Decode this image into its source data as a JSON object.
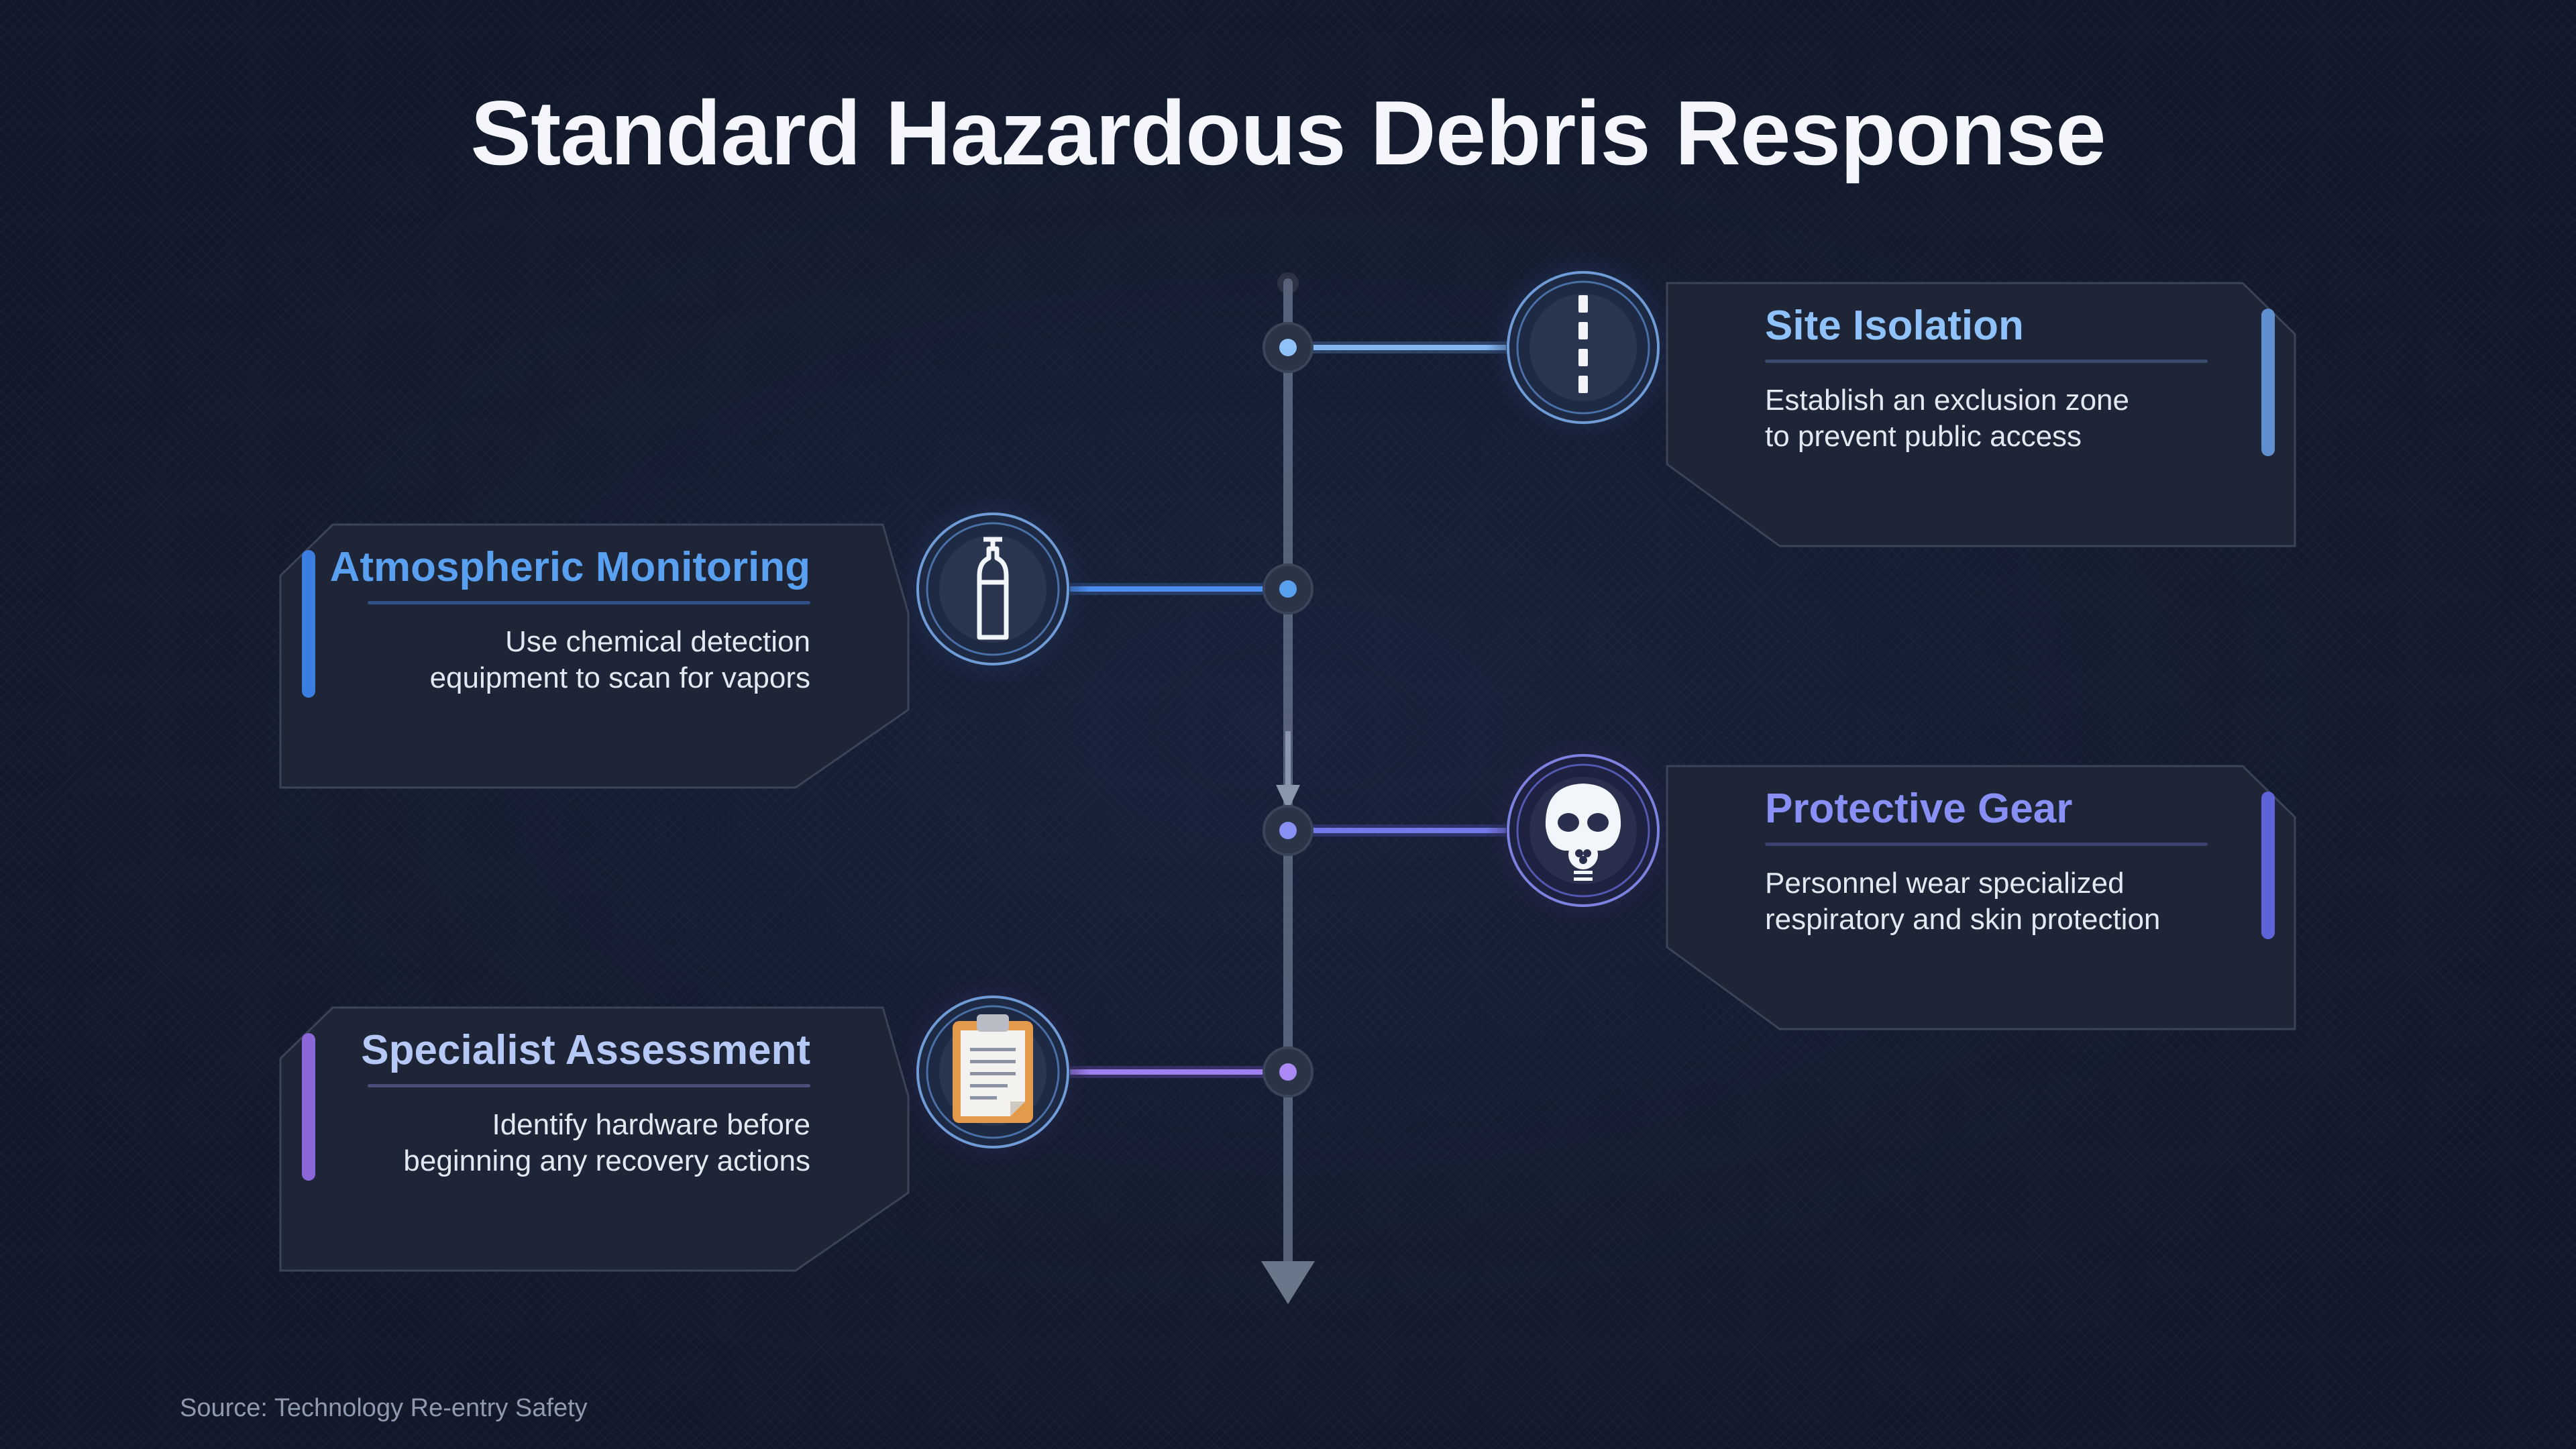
{
  "title": "Standard Hazardous Debris Response",
  "source": "Source: Technology Re-entry Safety",
  "colors": {
    "spine": "#5a6678",
    "card_fill": "#1d2536",
    "card_stroke": "#3a4458",
    "text": "#e3e8f1"
  },
  "steps": [
    {
      "title": "Site Isolation",
      "description_lines": [
        "Establish an exclusion zone",
        "to prevent public access"
      ],
      "icon": "road-icon",
      "title_color": "#8fc1fb",
      "accent_color": "#5f8fcf"
    },
    {
      "title": "Atmospheric Monitoring",
      "description_lines": [
        "Use chemical detection",
        "equipment to scan for vapors"
      ],
      "icon": "gas-cylinder-icon",
      "title_color": "#5aa0f0",
      "accent_color": "#3b7de0"
    },
    {
      "title": "Protective Gear",
      "description_lines": [
        "Personnel wear specialized",
        "respiratory and skin protection"
      ],
      "icon": "gas-mask-icon",
      "title_color": "#8890f5",
      "accent_color": "#5f63d8"
    },
    {
      "title": "Specialist Assessment",
      "description_lines": [
        "Identify hardware before",
        "beginning any recovery actions"
      ],
      "icon": "clipboard-icon",
      "title_color": "#b5c8f6",
      "accent_color": "#8b67d9"
    }
  ]
}
